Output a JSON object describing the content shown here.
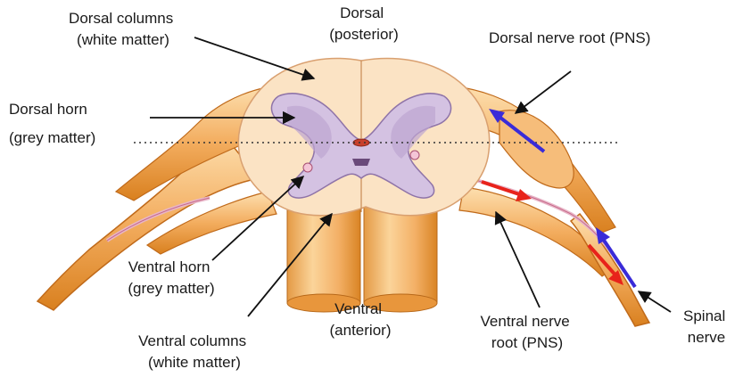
{
  "labels": {
    "dorsal_columns": [
      "Dorsal columns",
      "(white matter)"
    ],
    "dorsal_center": [
      "Dorsal",
      "(posterior)"
    ],
    "dorsal_root": [
      "Dorsal nerve root (PNS)"
    ],
    "dorsal_horn": [
      "Dorsal horn",
      "(grey matter)"
    ],
    "ventral_horn": [
      "Ventral horn",
      "(grey matter)"
    ],
    "ventral_center": [
      "Ventral",
      "(anterior)"
    ],
    "ventral_root": [
      "Ventral nerve",
      "root (PNS)"
    ],
    "ventral_columns": [
      "Ventral columns",
      "(white matter)"
    ],
    "spinal_nerve": [
      "Spinal",
      "nerve"
    ]
  },
  "colors": {
    "white_matter": "#fbe3c4",
    "grey_matter": "#cdb9dc",
    "grey_matter_light": "#e6dcee",
    "nerve_orange": "#f2a95a",
    "nerve_dark": "#c8711e",
    "nerve_light": "#fcd9a6",
    "afferent_arrow": "#3a2bd8",
    "efferent_arrow": "#e8231b",
    "pointer": "#111111"
  }
}
